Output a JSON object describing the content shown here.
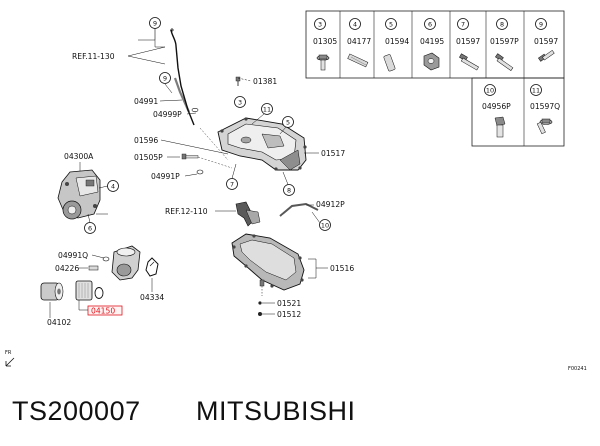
{
  "diagram": {
    "legend_items": [
      {
        "num": "3",
        "part": "01305"
      },
      {
        "num": "4",
        "part": "04177"
      },
      {
        "num": "5",
        "part": "01594"
      },
      {
        "num": "6",
        "part": "04195"
      },
      {
        "num": "7",
        "part": "01597"
      },
      {
        "num": "8",
        "part": "01597P"
      },
      {
        "num": "9",
        "part": "01597"
      },
      {
        "num": "10",
        "part": "04956P"
      },
      {
        "num": "11",
        "part": "01597Q"
      }
    ],
    "labels": {
      "ref_11_130": "REF.11-130",
      "p01381": "01381",
      "p04991": "04991",
      "p04999P": "04999P",
      "p01596": "01596",
      "p01505P": "01505P",
      "p04991P": "04991P",
      "p01517": "01517",
      "p04300A": "04300A",
      "ref_12_110": "REF.12-110",
      "p04912P": "04912P",
      "p04991Q": "04991Q",
      "p04226": "04226",
      "p04150": "04150",
      "p04334": "04334",
      "p04102": "04102",
      "p01516": "01516",
      "p01521": "01521",
      "p01512": "01512",
      "fr": "FR",
      "figure_code": "F00241"
    },
    "callouts": {
      "c9": "9",
      "c3": "3",
      "c11": "11",
      "c5": "5",
      "c7": "7",
      "c8": "8",
      "c4": "4",
      "c6": "6",
      "c10": "10"
    },
    "footer": {
      "code": "TS200007",
      "brand": "MITSUBISHI"
    }
  },
  "colors": {
    "line": "#1a1a1a",
    "highlight": "#e0151b",
    "part_gray": "#bdbdbd"
  }
}
